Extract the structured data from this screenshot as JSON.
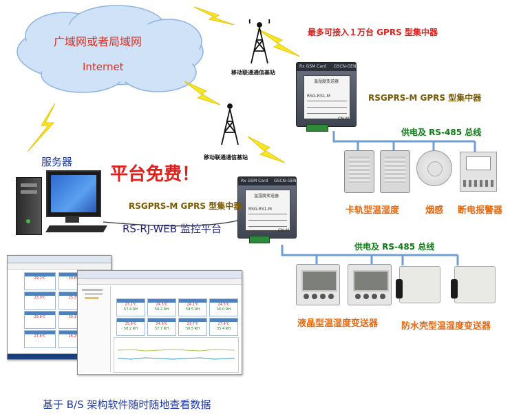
{
  "cloud": {
    "line1": "广域网或者局域网",
    "line2": "Internet"
  },
  "top_note": "最多可接入１万台 GPRS 型集中器",
  "base_station_1": "移动联通通信基站",
  "base_station_2": "移动联通通信基站",
  "concentrator_upper_label": "RSGPRS-M GPRS 型集中器",
  "concentrator_lower_label": "RSGPRS-M GPRS 型集中器",
  "concentrator_device": {
    "tag_left": "Rx GSM Card",
    "tag_right": "GSCN-GEN",
    "panel_title": "温湿度变送器",
    "panel_sub": "RSG-RS1-M",
    "ant_label": "CN-M"
  },
  "power_bus_1": "供电及 RS-485 总线",
  "power_bus_2": "供电及 RS-485 总线",
  "server_label": "服务器",
  "free_label": "平台免费！",
  "platform_label": "RS-RJ-WEB 监控平台",
  "devices_row1": {
    "rail": "卡轨型温湿度",
    "smoke": "烟感",
    "alarm": "断电报警器"
  },
  "devices_row2": {
    "lcd": "液晶型温湿度变送器",
    "waterproof": "防水壳型温湿度变送器"
  },
  "bottom_caption": "基于 B/S 架构软件随时随地查看数据",
  "shot_left": {
    "tiles": [
      [
        "29.2℃",
        "30.6℃"
      ],
      [
        "23.9℃",
        "25.3℃"
      ],
      [
        "29.9℃",
        "30.1℃"
      ],
      [
        "27.6℃",
        "26.2℃"
      ]
    ]
  },
  "shot_right": {
    "tiles": [
      [
        "27.1℃",
        "24.5℃",
        "24.1℃",
        "24.5℃"
      ],
      [
        "25.8℃",
        "24.8℃",
        "23.7℃",
        "27.4℃"
      ]
    ],
    "hum": [
      [
        "57.4 RH",
        "56.2 RH",
        "58.5 RH",
        "56.0 RH"
      ],
      [
        "58.2 RH",
        "57.7 RH",
        "56.5 RH",
        "35.4 RH"
      ]
    ]
  },
  "colors": {
    "lightning": "#f5e628",
    "line": "#6f9ed4",
    "cloud": "#cfe2f8"
  }
}
